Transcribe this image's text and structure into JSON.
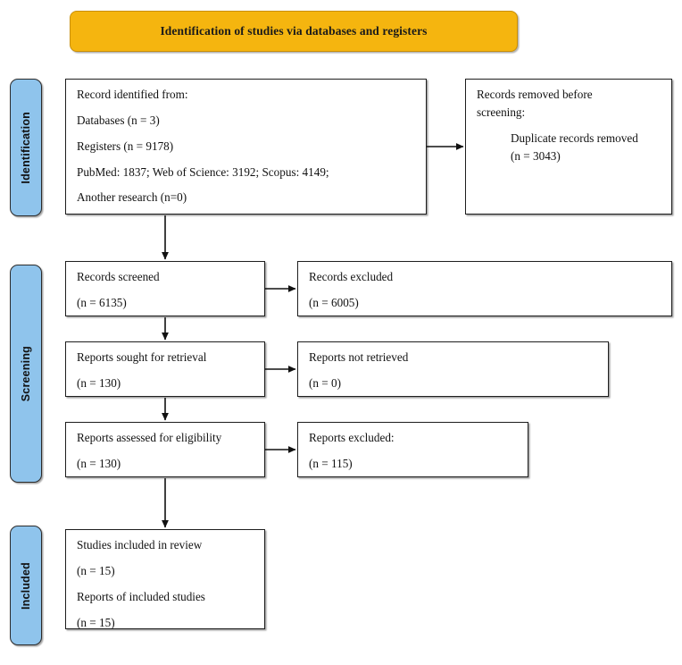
{
  "banner": {
    "title": "Identification of studies via databases and registers"
  },
  "stages": [
    {
      "id": "identification",
      "label": "Identification"
    },
    {
      "id": "screening",
      "label": "Screening"
    },
    {
      "id": "included",
      "label": "Included"
    }
  ],
  "boxes": {
    "identified": {
      "name": "records-identified-box",
      "lines": [
        "Record identified from:",
        "Databases (n = 3)",
        "Registers (n = 9178)",
        "PubMed: 1837; Web of Science: 3192; Scopus: 4149;",
        "Another research (n=0)"
      ]
    },
    "removed": {
      "name": "records-removed-box",
      "lines": [
        "Records removed before",
        "screening:",
        "Duplicate records removed",
        "(n = 3043)"
      ]
    },
    "screened": {
      "name": "records-screened-box",
      "lines": [
        "Records screened",
        "(n = 6135)"
      ]
    },
    "excluded": {
      "name": "records-excluded-box",
      "lines": [
        "Records excluded",
        "(n = 6005)"
      ]
    },
    "sought": {
      "name": "reports-sought-box",
      "lines": [
        "Reports sought for retrieval",
        "(n = 130)"
      ]
    },
    "not_retrieved": {
      "name": "reports-not-retrieved-box",
      "lines": [
        "Reports not retrieved",
        "(n = 0)"
      ]
    },
    "eligibility": {
      "name": "reports-assessed-box",
      "lines": [
        "Reports assessed for eligibility",
        "(n = 130)"
      ]
    },
    "reports_excluded": {
      "name": "reports-excluded-box",
      "lines": [
        "Reports excluded:",
        "(n = 115)"
      ]
    },
    "included": {
      "name": "studies-included-box",
      "lines": [
        "Studies included in review",
        "(n = 15)",
        "Reports of included studies",
        "(n = 15)"
      ]
    }
  },
  "colors": {
    "banner_fill": "#f5b50f",
    "stage_fill": "#8fc4ec",
    "box_fill": "#ffffff",
    "line": "#1e1e1e",
    "text": "#111111"
  }
}
